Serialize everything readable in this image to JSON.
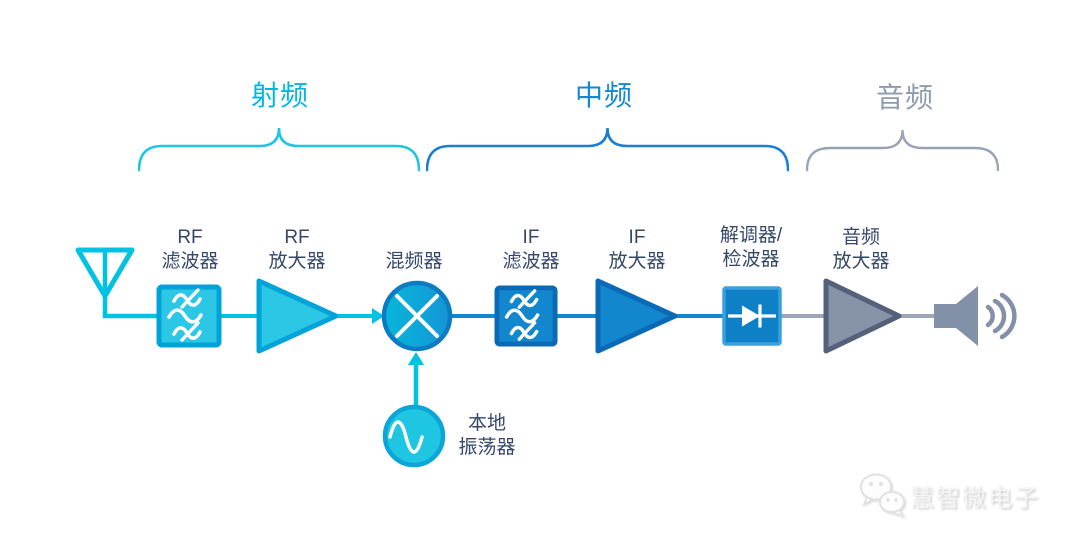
{
  "diagram": {
    "sections": {
      "rf": {
        "label": "射频"
      },
      "ifb": {
        "label": "中频"
      },
      "audio": {
        "label": "音频"
      }
    },
    "components": {
      "rf_filter": {
        "line1": "RF",
        "line2": "滤波器"
      },
      "rf_amp": {
        "line1": "RF",
        "line2": "放大器"
      },
      "mixer": {
        "label": "混频器"
      },
      "if_filter": {
        "line1": "IF",
        "line2": "滤波器"
      },
      "if_amp": {
        "line1": "IF",
        "line2": "放大器"
      },
      "demodulator": {
        "line1": "解调器/",
        "line2": "检波器"
      },
      "audio_amp": {
        "line1": "音频",
        "line2": "放大器"
      },
      "local_osc": {
        "line1": "本地",
        "line2": "振荡器"
      }
    },
    "watermark": {
      "brand": "慧智微电子"
    },
    "colors": {
      "rf_cyan_wire": "#00c2e2",
      "rf_cyan_fill": "#2cc7e4",
      "rf_cyan_stroke": "#00a3d9",
      "if_blue_fill": "#1287ce",
      "if_blue_stroke": "#0a6ab6",
      "demod_fill": "#0e81c6",
      "audio_gray_fill": "#8794a8",
      "audio_gray_stroke": "#54617a",
      "audio_gray_wire": "#9ba6b8",
      "section_rf_text": "#00b7e3",
      "section_if_text": "#1687d2",
      "section_audio_text": "#8e9aae",
      "label_text": "#36476a"
    },
    "icons": [
      "antenna-icon",
      "bandpass-filter-icon",
      "amplifier-icon",
      "mixer-icon",
      "diode-detector-icon",
      "speaker-icon",
      "sine-oscillator-icon",
      "wechat-icon"
    ]
  }
}
